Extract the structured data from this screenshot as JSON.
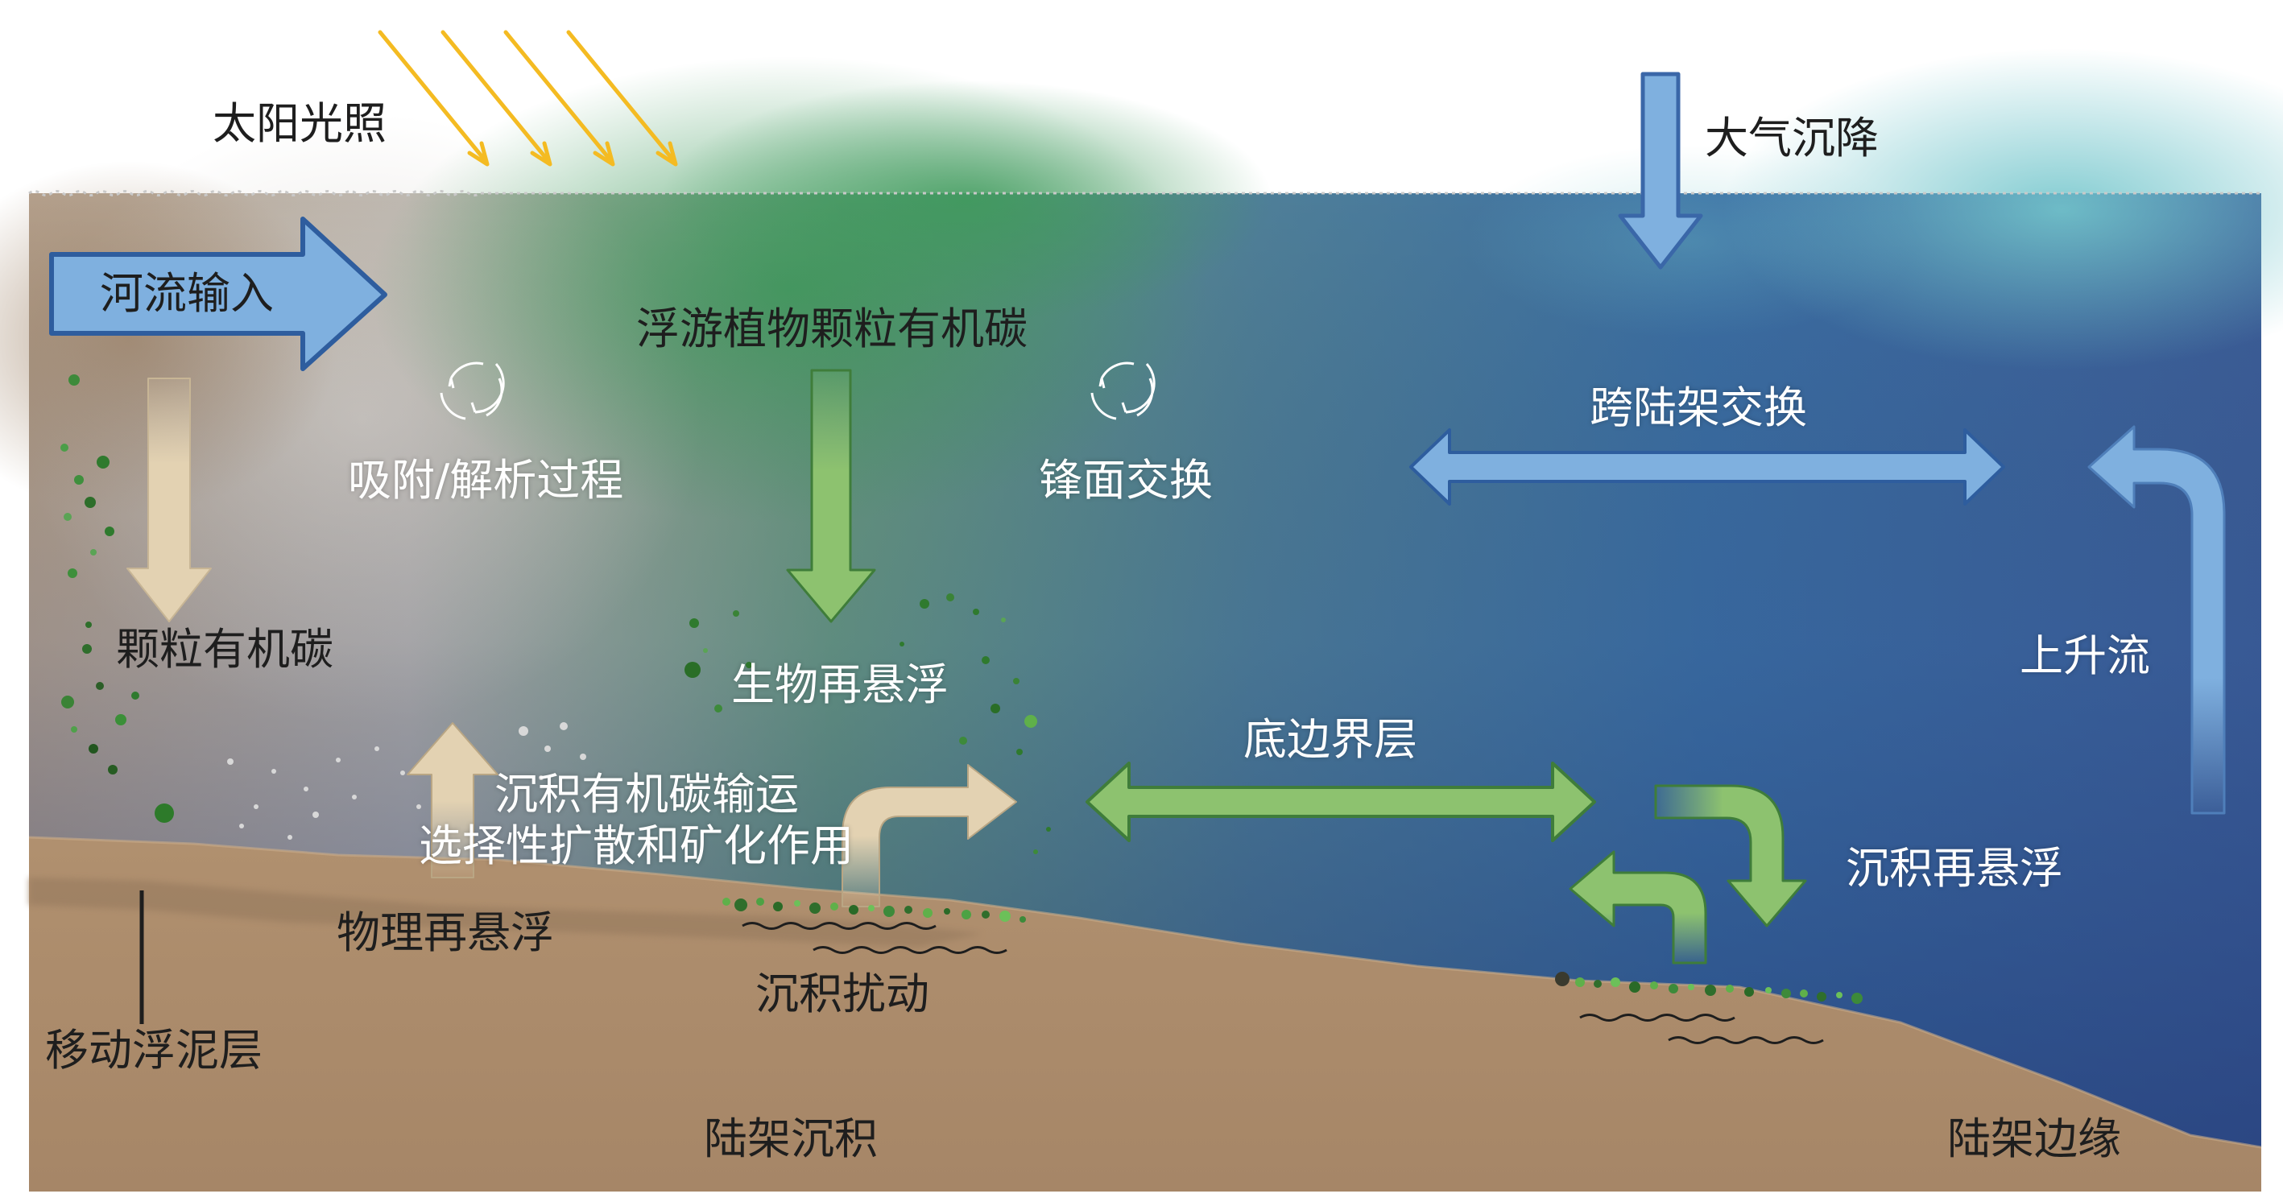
{
  "labels": {
    "sunlight": "太阳光照",
    "atmospheric_deposition": "大气沉降",
    "river_input": "河流输入",
    "phytoplankton_poc": "浮游植物颗粒有机碳",
    "adsorption_desorption": "吸附/解析过程",
    "frontal_exchange": "锋面交换",
    "cross_shelf_exchange": "跨陆架交换",
    "poc": "颗粒有机碳",
    "bio_resuspension": "生物再悬浮",
    "upwelling": "上升流",
    "bottom_boundary_layer": "底边界层",
    "sediment_oc_transport": "沉积有机碳输运",
    "selective_diffusion": "选择性扩散和矿化作用",
    "sediment_resuspension": "沉积再悬浮",
    "physical_resuspension": "物理再悬浮",
    "sediment_disturbance": "沉积扰动",
    "mobile_mud_layer": "移动浮泥层",
    "shelf_sediment": "陆架沉积",
    "shelf_margin": "陆架边缘"
  },
  "colors": {
    "blue_arrow": "#7fb0df",
    "green_arrow": "#8dc26f",
    "tan_arrow": "#e3d2b2",
    "sun_ray": "#f4bb22",
    "sediment": "#ab8b6a",
    "deep_water": "#31548f"
  }
}
